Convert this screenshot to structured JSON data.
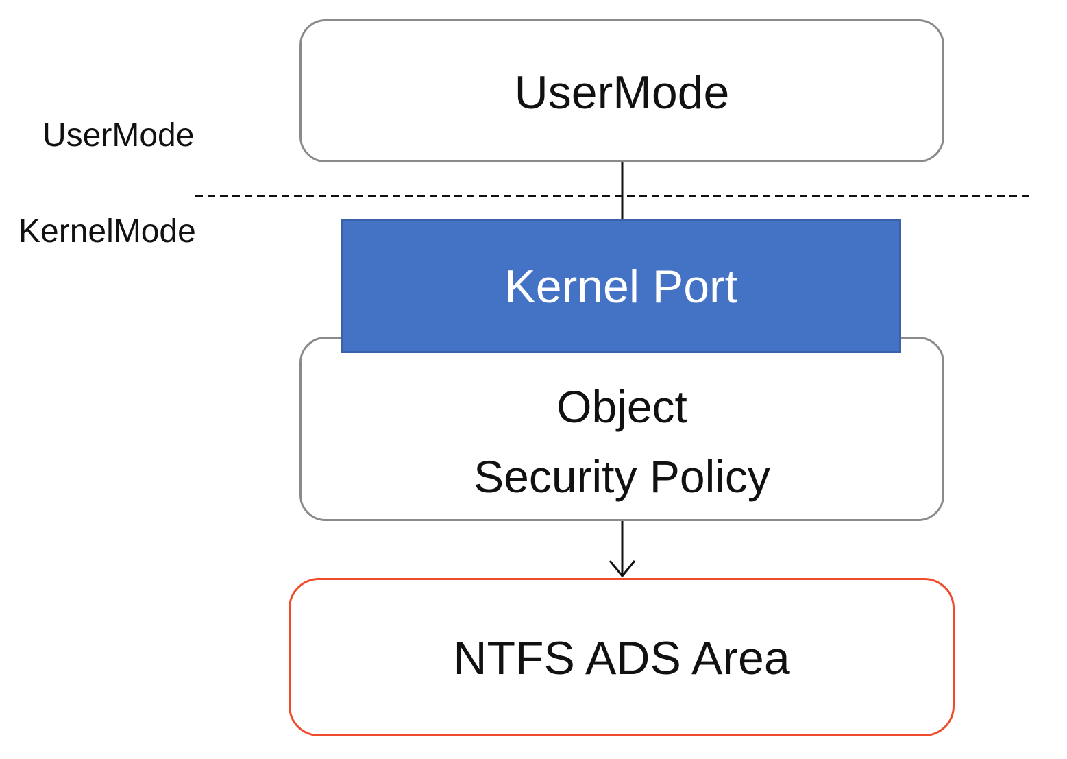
{
  "regions": {
    "user_label": "UserMode",
    "kernel_label": "KernelMode"
  },
  "boxes": {
    "usermode": "UserMode",
    "kernel_port": "Kernel Port",
    "object_line1": "Object",
    "object_line2": "Security Policy",
    "ntfs": "NTFS ADS Area"
  },
  "colors": {
    "kernel_port_fill": "#4472c4",
    "ntfs_border": "#ef4b2c",
    "box_border": "#8a8a8a"
  }
}
